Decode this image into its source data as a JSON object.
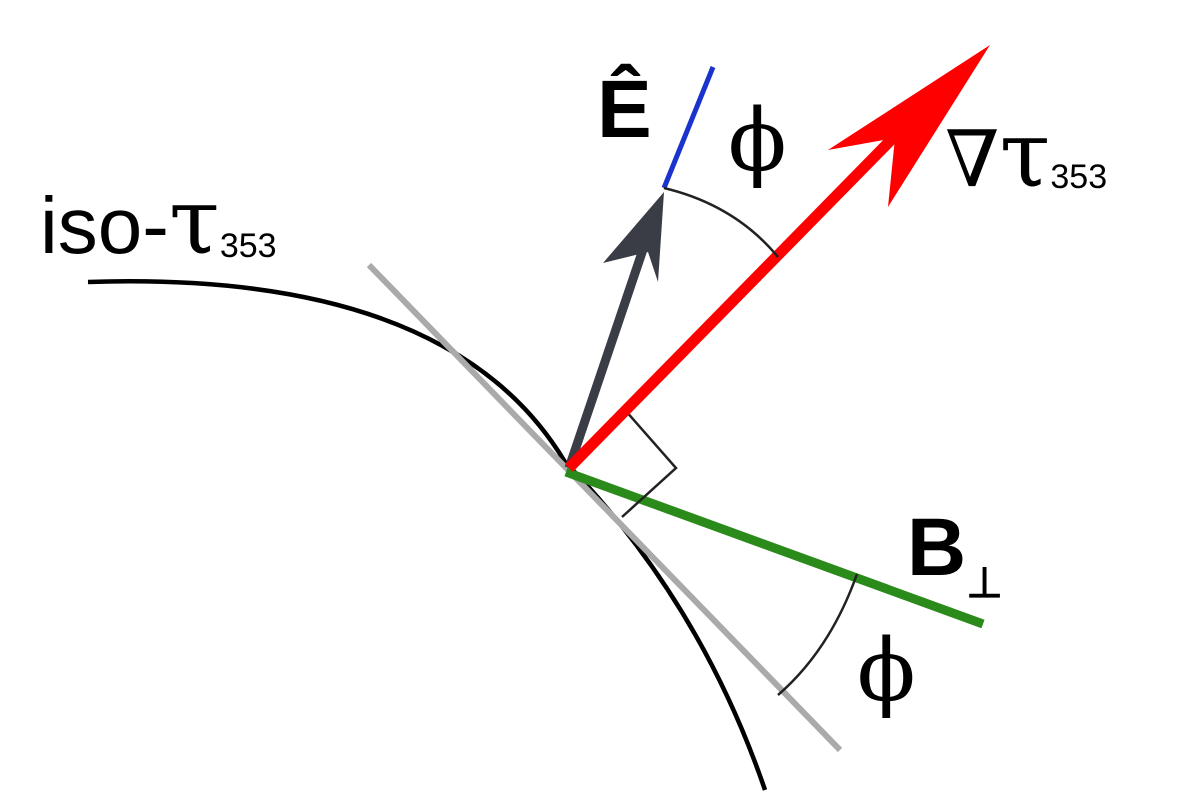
{
  "labels": {
    "iso_tau": {
      "prefix": "iso-",
      "symbol": "τ",
      "subscript": "353"
    },
    "grad_tau": {
      "nabla": "∇",
      "symbol": "τ",
      "subscript": "353"
    },
    "e_hat": "Ê",
    "phi_top": "ϕ",
    "phi_bottom": "ϕ",
    "b_perp": {
      "letter": "B",
      "subscript": "⊥"
    }
  },
  "colors": {
    "iso_curve": "#000000",
    "tangent_line": "#aaaaaa",
    "grad_vector": "#ff0000",
    "e_vector": "#3a3d45",
    "e_extension": "#1a33cc",
    "b_vector": "#2a8a1a",
    "angle_arc": "#222222",
    "text": "#000000"
  }
}
